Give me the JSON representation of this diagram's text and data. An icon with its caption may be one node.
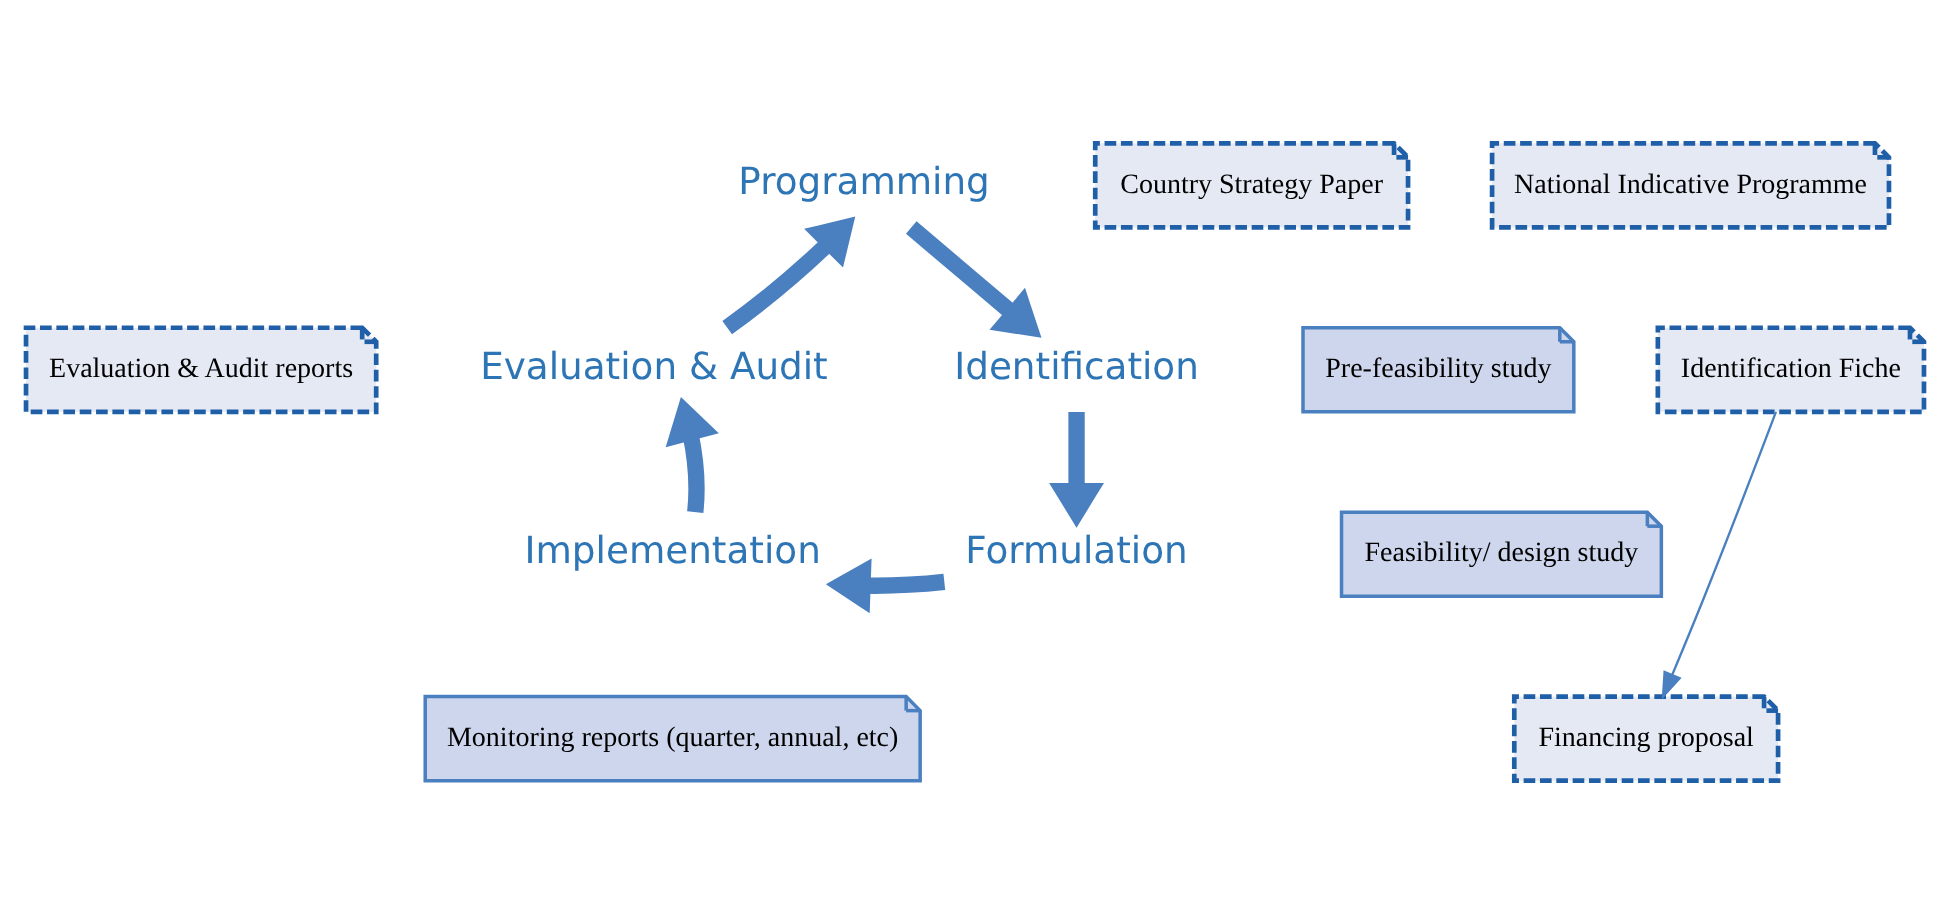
{
  "diagram": {
    "nodes": [
      {
        "text": [
          "Programming"
        ]
      },
      {
        "text": [
          "Identification"
        ]
      },
      {
        "text": [
          "Formulation"
        ]
      },
      {
        "text": [
          "Implementation"
        ]
      },
      {
        "text": [
          "Evaluation & Audit"
        ]
      },
      {
        "text": [
          "Country Strategy Paper"
        ]
      },
      {
        "text": [
          "National Indicative Programme"
        ]
      },
      {
        "text": [
          "Pre-feasibility study"
        ]
      },
      {
        "text": [
          "Identification Fiche"
        ]
      },
      {
        "text": [
          "Feasibility/ design study"
        ]
      },
      {
        "text": [
          "Financing proposal"
        ]
      },
      {
        "text": [
          "Evaluation & Audit reports"
        ]
      },
      {
        "text": [
          "Monitoring reports (quarter, annual, etc)"
        ]
      }
    ],
    "edges": [
      {
        "from": 0,
        "to": 1,
        "arrow": "to"
      },
      {
        "from": 1,
        "to": 2,
        "arrow": "to"
      },
      {
        "from": 2,
        "to": 3,
        "arrow": "to"
      },
      {
        "from": 3,
        "to": 4,
        "arrow": "to"
      },
      {
        "from": 4,
        "to": 0,
        "arrow": "to"
      },
      {
        "from": 8,
        "to": 10,
        "arrow": "to"
      }
    ]
  }
}
